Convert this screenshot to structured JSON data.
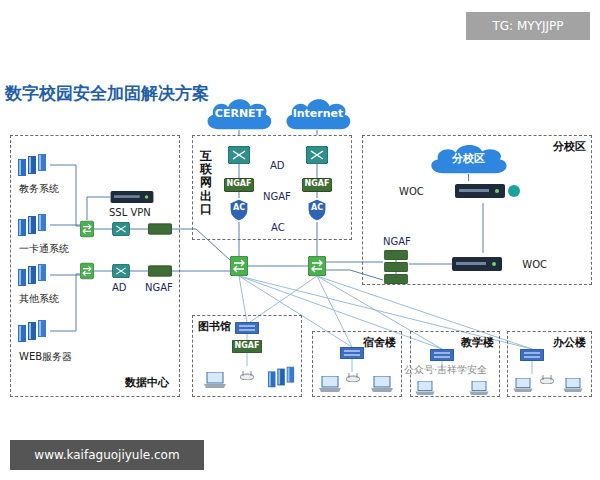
{
  "diagram": {
    "title": "数字校园安全加固解决方案",
    "nodes": [
      {
        "text": [
          "数据中心"
        ]
      },
      {
        "text": [
          "教务系统"
        ],
        "in": 0
      },
      {
        "text": [
          "一卡通系统"
        ],
        "in": 0
      },
      {
        "text": [
          "其他系统"
        ],
        "in": 0
      },
      {
        "text": [
          "WEB服务器"
        ],
        "in": 0
      },
      {
        "text": [
          "SSL VPN"
        ],
        "in": 0
      },
      {
        "text": [
          "CERNET"
        ]
      },
      {
        "text": [
          "Internet"
        ]
      },
      {
        "text": [
          "互联网出口"
        ]
      },
      {
        "text": [
          "分校区"
        ]
      },
      {
        "text": [
          "分校区"
        ],
        "in": 9
      },
      {
        "text": [
          "WOC"
        ],
        "in": 9
      },
      {
        "text": [
          "WOC"
        ],
        "in": 9
      },
      {
        "text": [
          "图书馆"
        ]
      },
      {
        "text": [
          "宿舍楼"
        ]
      },
      {
        "text": [
          "教学楼"
        ]
      },
      {
        "text": [
          "办公楼"
        ]
      }
    ],
    "edges": [
      {
        "from": 6,
        "to": 8,
        "arrow": "none"
      },
      {
        "from": 7,
        "to": 8,
        "arrow": "none"
      },
      {
        "from": 10,
        "to": 11,
        "arrow": "none"
      },
      {
        "from": 11,
        "to": 12,
        "arrow": "none"
      }
    ],
    "labels": [
      "TG: MYYJJPP",
      "www.kaifaguojiyule.com",
      "AD",
      "NGAF",
      "NGAF",
      "NGAF",
      "AC",
      "AC",
      "AD",
      "NGAF",
      "AC",
      "NGAF",
      "NGAF",
      "公众号·吉祥学安全"
    ]
  }
}
